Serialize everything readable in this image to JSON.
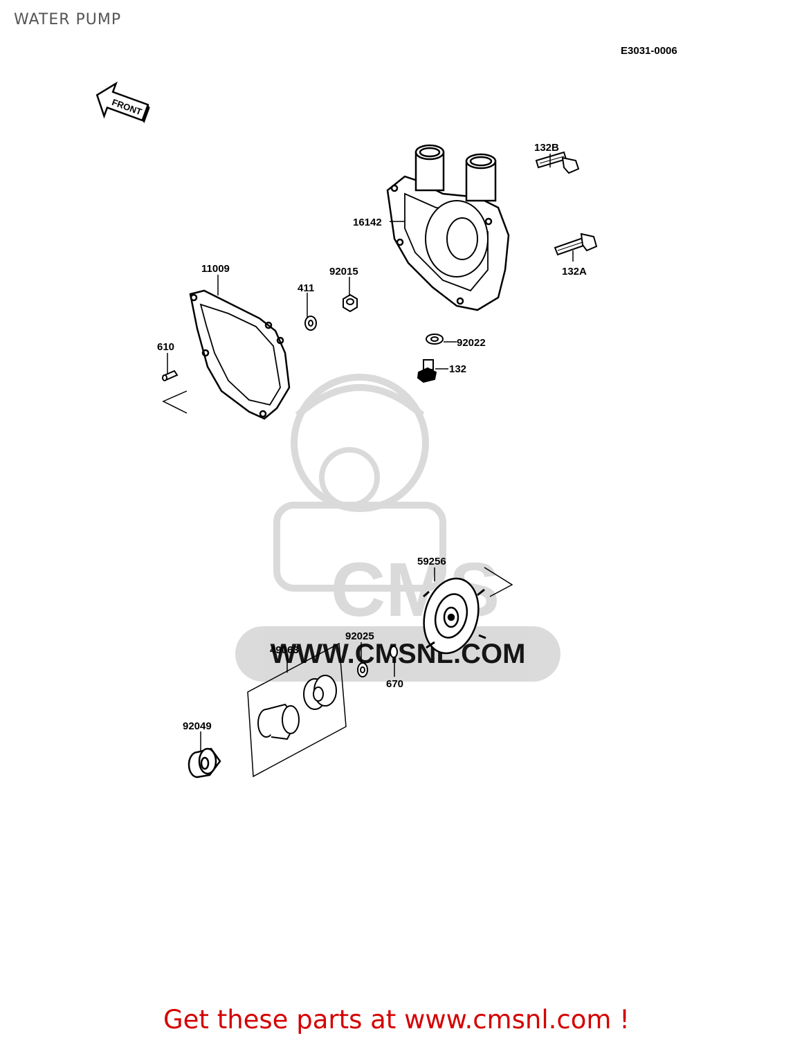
{
  "page": {
    "title": "WATER PUMP"
  },
  "diagram": {
    "code": "E3031-0006",
    "front_label": "FRONT",
    "watermark": {
      "site": "WWW.CMSNL.COM",
      "logo_text": "CMS"
    },
    "parts": [
      {
        "ref": "132B"
      },
      {
        "ref": "16142"
      },
      {
        "ref": "132A"
      },
      {
        "ref": "11009"
      },
      {
        "ref": "411"
      },
      {
        "ref": "92015"
      },
      {
        "ref": "610"
      },
      {
        "ref": "92022"
      },
      {
        "ref": "132"
      },
      {
        "ref": "59256"
      },
      {
        "ref": "92025"
      },
      {
        "ref": "49063"
      },
      {
        "ref": "670"
      },
      {
        "ref": "92049"
      }
    ]
  },
  "footer": {
    "text": "Get these parts at www.cmsnl.com !"
  }
}
